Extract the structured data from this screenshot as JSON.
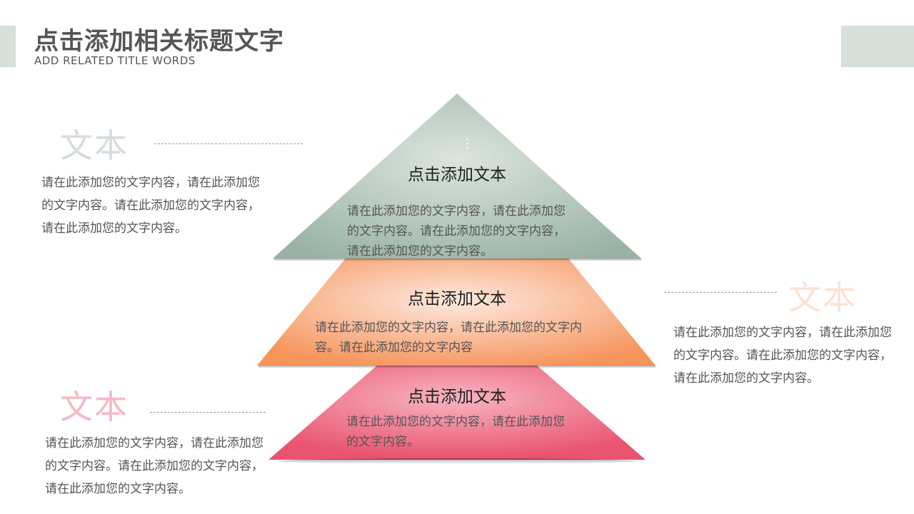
{
  "header": {
    "title": "点击添加相关标题文字",
    "subtitle": "ADD RELATED TITLE WORDS"
  },
  "left_top": {
    "heading": "文本",
    "body": "请在此添加您的文字内容，请在此添加您的文字内容。请在此添加您的文字内容，请在此添加您的文字内容。",
    "heading_color": "#d5ddd8"
  },
  "right_middle": {
    "heading": "文本",
    "body": "请在此添加您的文字内容，请在此添加您的文字内容。请在此添加您的文字内容，请在此添加您的文字内容。",
    "heading_color": "#fbe2d3"
  },
  "left_bottom": {
    "heading": "文本",
    "body": "请在此添加您的文字内容，请在此添加您的文字内容。请在此添加您的文字内容，请在此添加您的文字内容。",
    "heading_color": "#f4b8c4"
  },
  "tiers": [
    {
      "title": "点击添加文本",
      "body": "请在此添加您的文字内容，请在此添加您的文字内容。请在此添加您的文字内容，请在此添加您的文字内容。",
      "color_light": "#dbe4de",
      "color_dark": "#98b2a4"
    },
    {
      "title": "点击添加文本",
      "body": "请在此添加您的文字内容，请在此添加您的文字内容。请在此添加您的文字内容",
      "color_light": "#fde9df",
      "color_dark": "#f6945c"
    },
    {
      "title": "点击添加文本",
      "body": "请在此添加您的文字内容，请在此添加您的文字内容。",
      "color_light": "#f7b5c1",
      "color_dark": "#e9536f"
    }
  ],
  "colors": {
    "accent_bar": "#d6dfd9",
    "title_text": "#555555"
  }
}
